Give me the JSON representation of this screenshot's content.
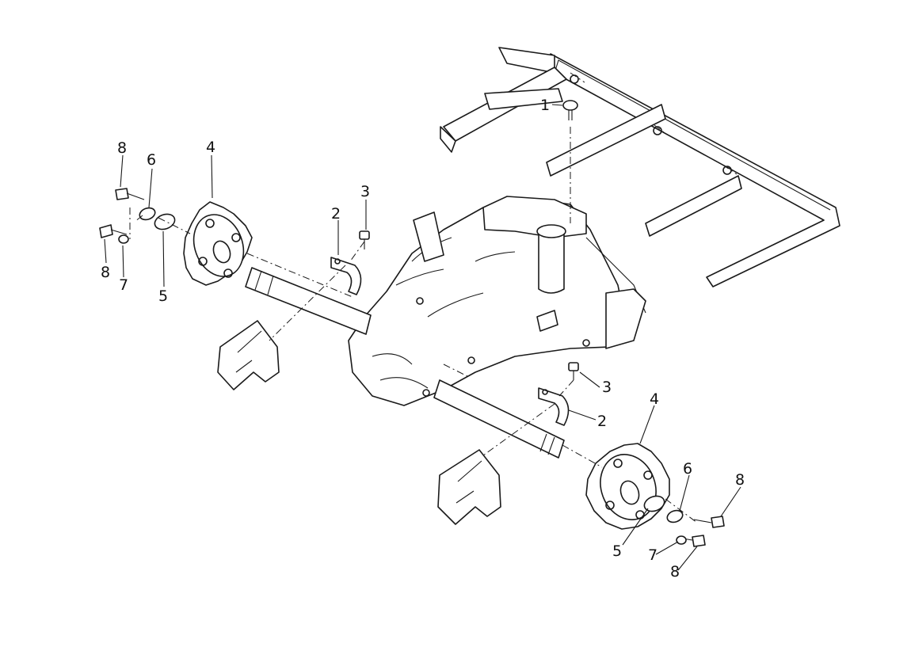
{
  "diagram": {
    "callouts": {
      "c1": "1",
      "c2_left": "2",
      "c3_left": "3",
      "c4_left": "4",
      "c5_left": "5",
      "c6_left": "6",
      "c7_left": "7",
      "c8_left_top": "8",
      "c8_left_bottom": "8",
      "c2_right": "2",
      "c3_right": "3",
      "c4_right": "4",
      "c5_right": "5",
      "c6_right": "6",
      "c7_right": "7",
      "c8_right_top": "8",
      "c8_right_bottom": "8"
    },
    "colors": {
      "ink": "#1a1a1a",
      "paper": "#ffffff"
    }
  }
}
